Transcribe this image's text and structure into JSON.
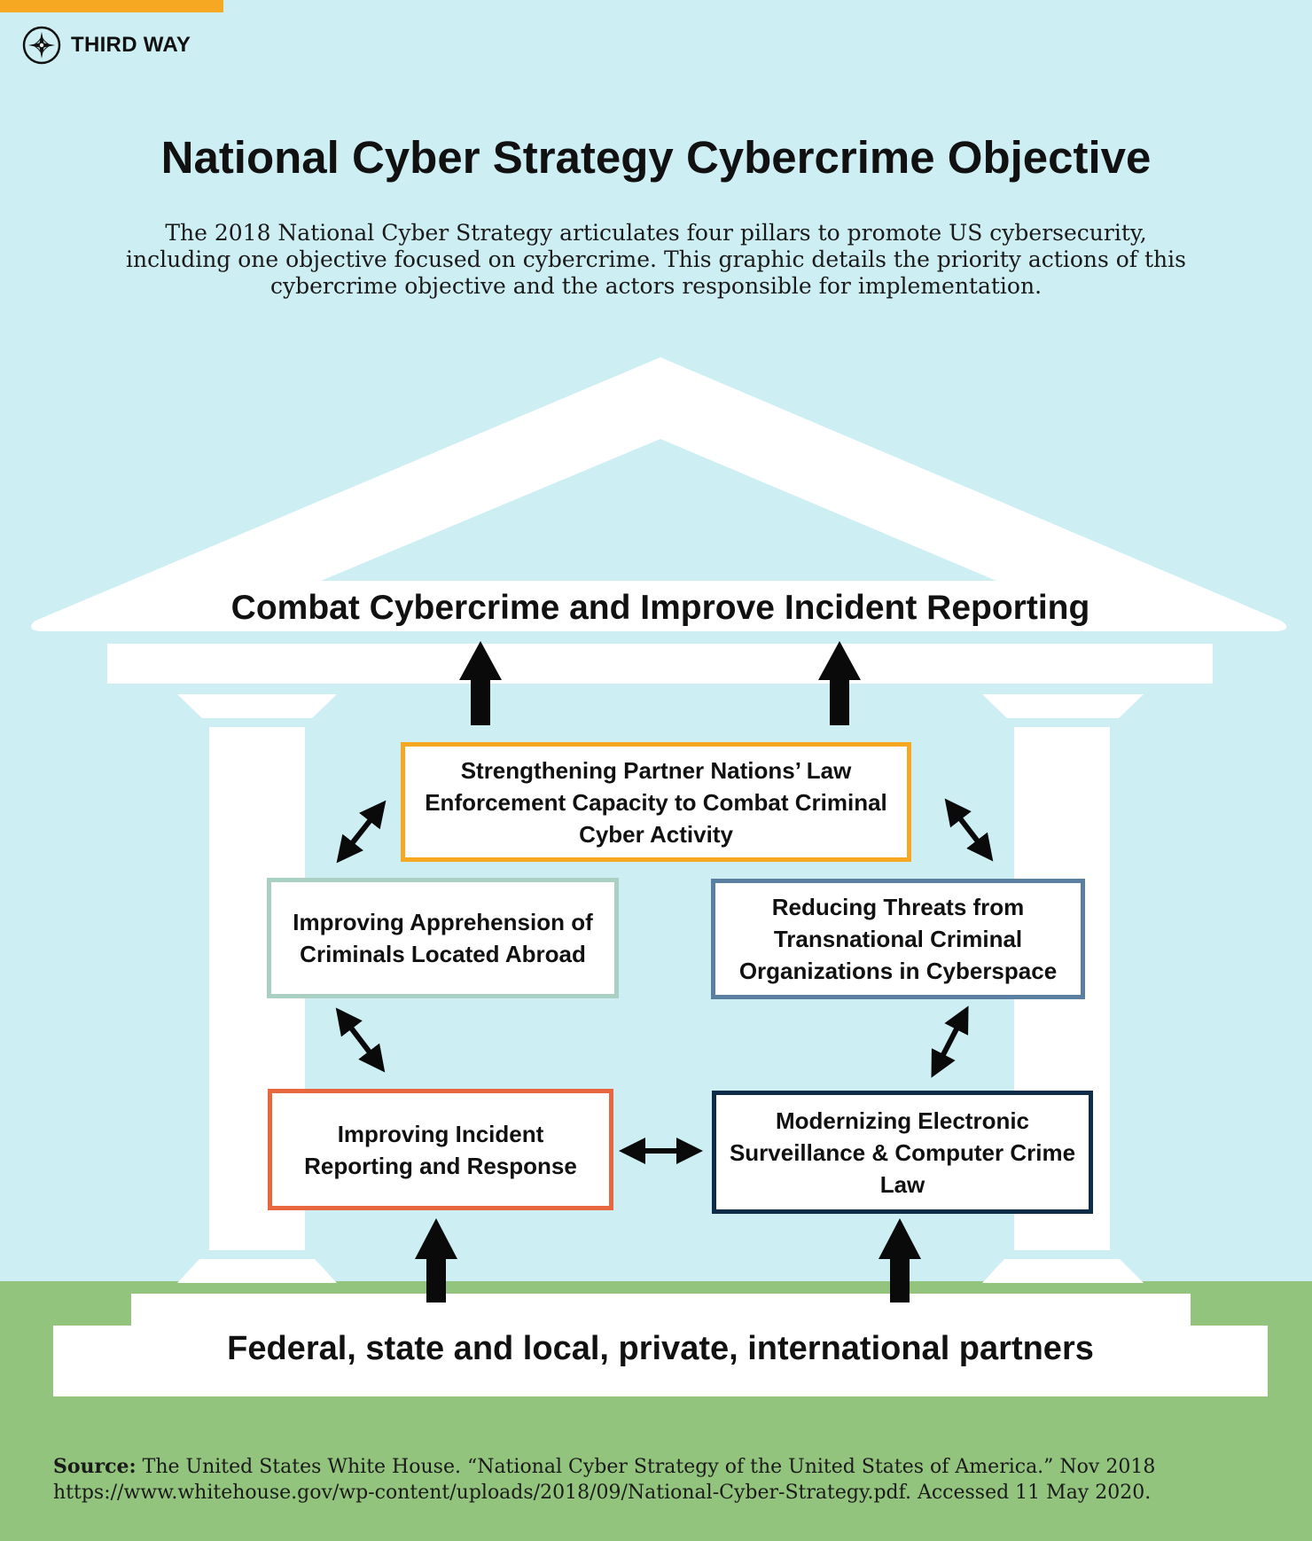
{
  "brand": {
    "name": "THIRD WAY",
    "accent_color": "#f7a823",
    "logo_icon": "compass-star-icon"
  },
  "title": "National Cyber Strategy Cybercrime Objective",
  "intro": "The 2018 National Cyber Strategy articulates four pillars to promote US cybersecurity, including one objective focused on cybercrime. This graphic details the priority actions of this cybercrime objective and the actors responsible for implementation.",
  "diagram": {
    "roof_label": "Combat Cybercrime and Improve Incident Reporting",
    "base_label": "Federal, state and local, private, international partners",
    "actions": [
      {
        "id": "strengthening",
        "label": "Strengthening Partner Nations’ Law Enforcement Capacity to Combat Criminal Cyber Activity",
        "border_color": "#f7a823"
      },
      {
        "id": "apprehension",
        "label": "Improving Apprehension of Criminals Located Abroad",
        "border_color": "#a9d0c3"
      },
      {
        "id": "transnational",
        "label": "Reducing Threats from Transnational Criminal Organizations in Cyberspace",
        "border_color": "#5a7fa0"
      },
      {
        "id": "incident",
        "label": "Improving Incident Reporting and Response",
        "border_color": "#e8673e"
      },
      {
        "id": "surveillance",
        "label": "Modernizing Electronic Surveillance & Computer Crime Law",
        "border_color": "#0f2d48"
      }
    ],
    "colors": {
      "sky": "#cdeef3",
      "ground": "#93c47d",
      "building": "#ffffff",
      "arrow": "#0a0a0a"
    }
  },
  "source": {
    "label": "Source:",
    "text": "The United States White House. “National Cyber Strategy of the United States of America.” Nov 2018 https://www.whitehouse.gov/wp-content/uploads/2018/09/National-Cyber-Strategy.pdf. Accessed 11 May 2020."
  }
}
